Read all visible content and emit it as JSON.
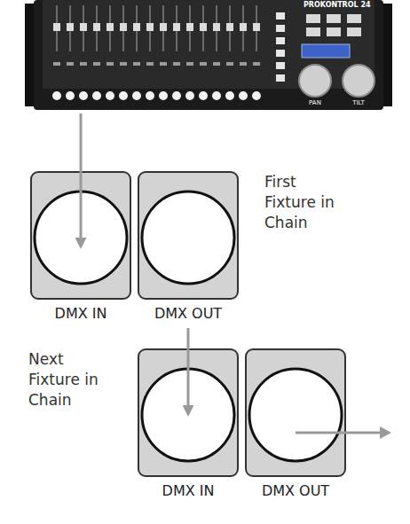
{
  "diagram": {
    "nodes": [
      {
        "text": [
          "PROKONTROL 24",
          "PAN",
          "TILT"
        ]
      },
      {
        "text": [
          "DMX IN"
        ]
      },
      {
        "text": [
          "DMX OUT"
        ]
      },
      {
        "text": [
          "DMX IN"
        ]
      },
      {
        "text": [
          "DMX OUT"
        ]
      }
    ],
    "edges": [
      {
        "from": 0,
        "to": 1,
        "arrow": "to"
      },
      {
        "from": 2,
        "to": 3,
        "arrow": "to"
      }
    ],
    "labels": [
      "First Fixture in Chain",
      "Next Fixture in Chain"
    ]
  }
}
